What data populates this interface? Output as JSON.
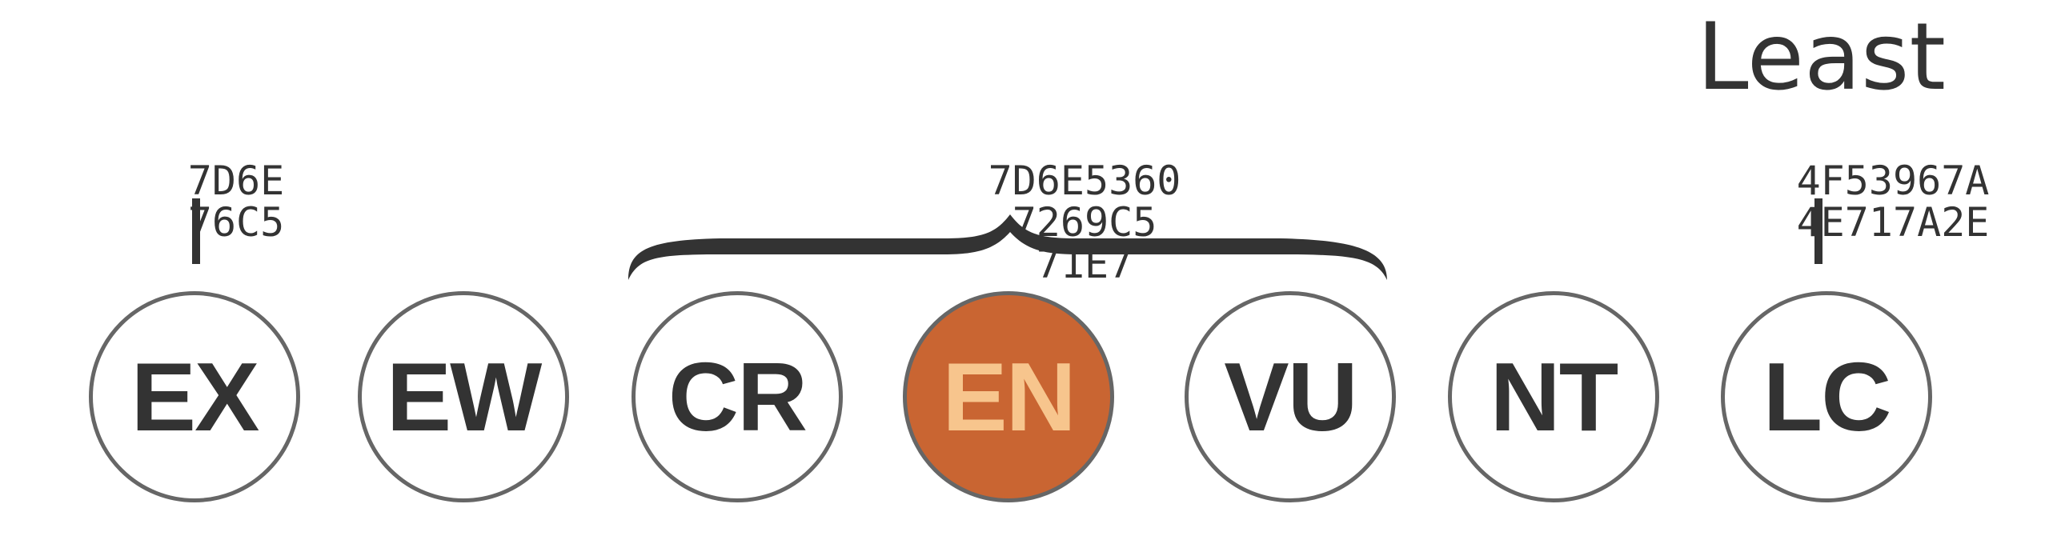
{
  "corner_text": "Least",
  "labels": {
    "extinct": "7D6E\n76C5",
    "threatened": "7D6E5360\n7269C5 71E7",
    "least_concern": "4F53967A\n4E717A2E"
  },
  "statuses": [
    {
      "code": "EX",
      "highlighted": false
    },
    {
      "code": "EW",
      "highlighted": false
    },
    {
      "code": "CR",
      "highlighted": false
    },
    {
      "code": "EN",
      "highlighted": true
    },
    {
      "code": "VU",
      "highlighted": false
    },
    {
      "code": "NT",
      "highlighted": false
    },
    {
      "code": "LC",
      "highlighted": false
    }
  ],
  "colors": {
    "highlight_fill": "#c96532",
    "highlight_text": "#f7c58d",
    "default_fill": "#ffffff",
    "default_text": "#333333",
    "outline": "#666666",
    "bracket": "#333333"
  }
}
